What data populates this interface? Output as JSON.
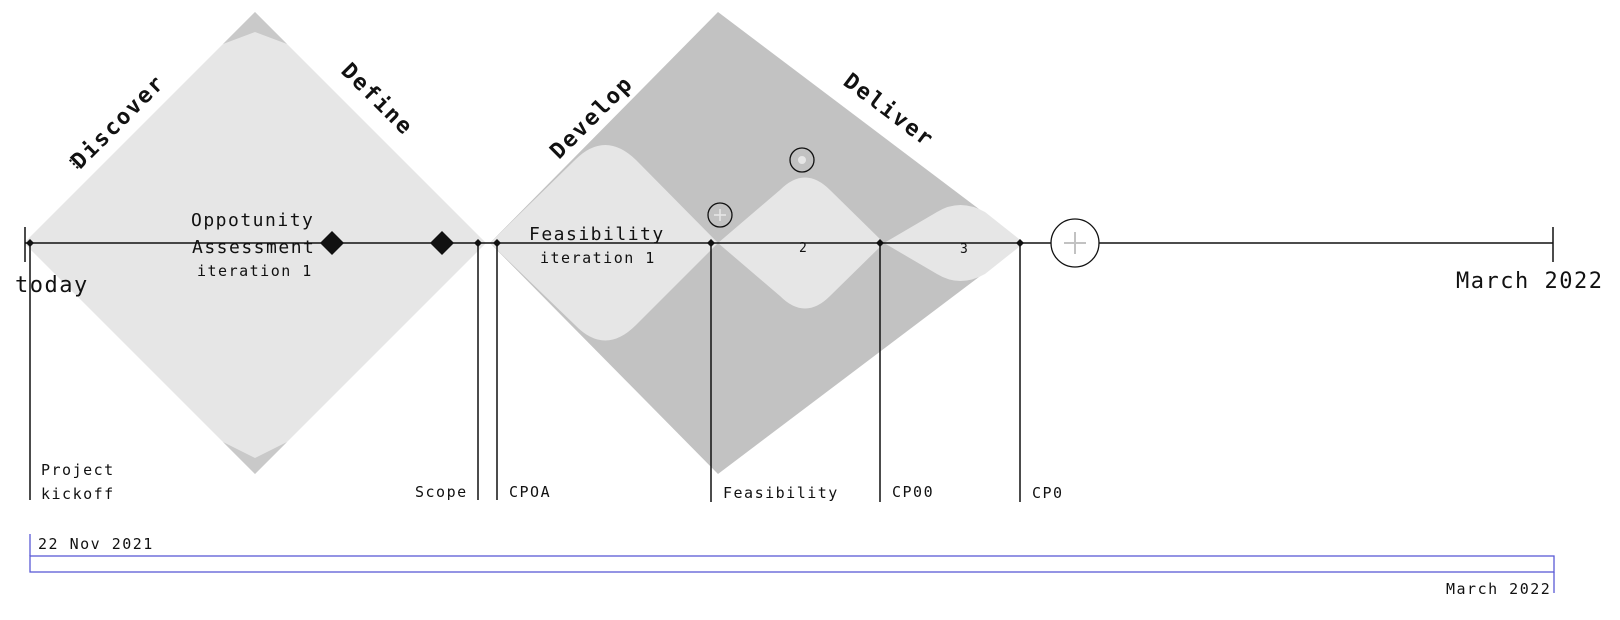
{
  "phases": {
    "discover": "Discover",
    "define": "Define",
    "develop": "Develop",
    "deliver": "Deliver"
  },
  "stages": {
    "opportunity_title_1": "Oppotunity",
    "opportunity_title_2": "Assessment",
    "opportunity_sub": "iteration 1",
    "feasibility_title": "Feasibility",
    "feasibility_sub": "iteration 1",
    "iteration_2": "2",
    "iteration_3": "3"
  },
  "timeline": {
    "start_label": "today",
    "end_label": "March 2022"
  },
  "milestones": {
    "kickoff_1": "Project",
    "kickoff_2": "kickoff",
    "scope": "Scope",
    "cpoa": "CPOA",
    "feasibility": "Feasibility",
    "cp00": "CP00",
    "cp0": "CP0"
  },
  "range_bar": {
    "start_label": "22 Nov 2021",
    "end_label": "March 2022",
    "color": "#5a5ad6"
  },
  "colors": {
    "light_fill": "#e6e6e6",
    "dark_fill": "#c2c2c2",
    "line": "#111111"
  },
  "icons": {
    "add_small": "plus-icon",
    "target": "target-icon",
    "add_large": "plus-icon"
  }
}
